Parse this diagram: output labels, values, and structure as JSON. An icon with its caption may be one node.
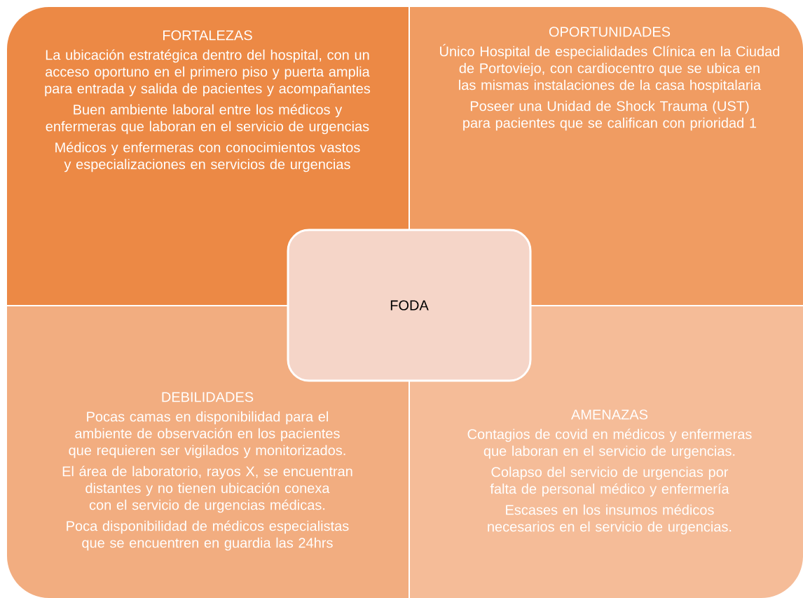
{
  "diagram": {
    "nodes": [
      {
        "text": [
          "FORTALEZAS",
          "La ubicación estratégica dentro del hospital, con un acceso oportuno en el primero piso y puerta amplia para entrada y salida de pacientes y acompañantes",
          "Buen ambiente laboral entre los médicos y enfermeras que laboran en el servicio de urgencias",
          "Médicos y enfermeras con conocimientos vastos y especializaciones en servicios de urgencias"
        ]
      },
      {
        "text": [
          "OPORTUNIDADES",
          "Único Hospital de especialidades Clínica en la Ciudad de Portoviejo, con cardiocentro que se ubica en las mismas instalaciones de la casa hospitalaria",
          "Poseer una Unidad de Shock Trauma (UST) para pacientes que se califican con prioridad 1"
        ]
      },
      {
        "text": [
          "DEBILIDADES",
          "Pocas camas en disponibilidad para el ambiente de observación en los pacientes que requieren ser vigilados y monitorizados.",
          "El área de laboratorio, rayos X, se encuentran distantes y no tienen ubicación conexa con el servicio de urgencias médicas.",
          "Poca disponibilidad de médicos especialistas que se encuentren en guardia las 24hrs"
        ]
      },
      {
        "text": [
          "AMENAZAS",
          "Contagios de covid en médicos y enfermeras que laboran en el servicio de urgencias.",
          "Colapso del servicio de urgencias por falta de personal médico y enfermería",
          "Escases en los insumos médicos necesarios en el servicio de urgencias."
        ]
      },
      {
        "text": [
          "FODA"
        ]
      }
    ]
  }
}
